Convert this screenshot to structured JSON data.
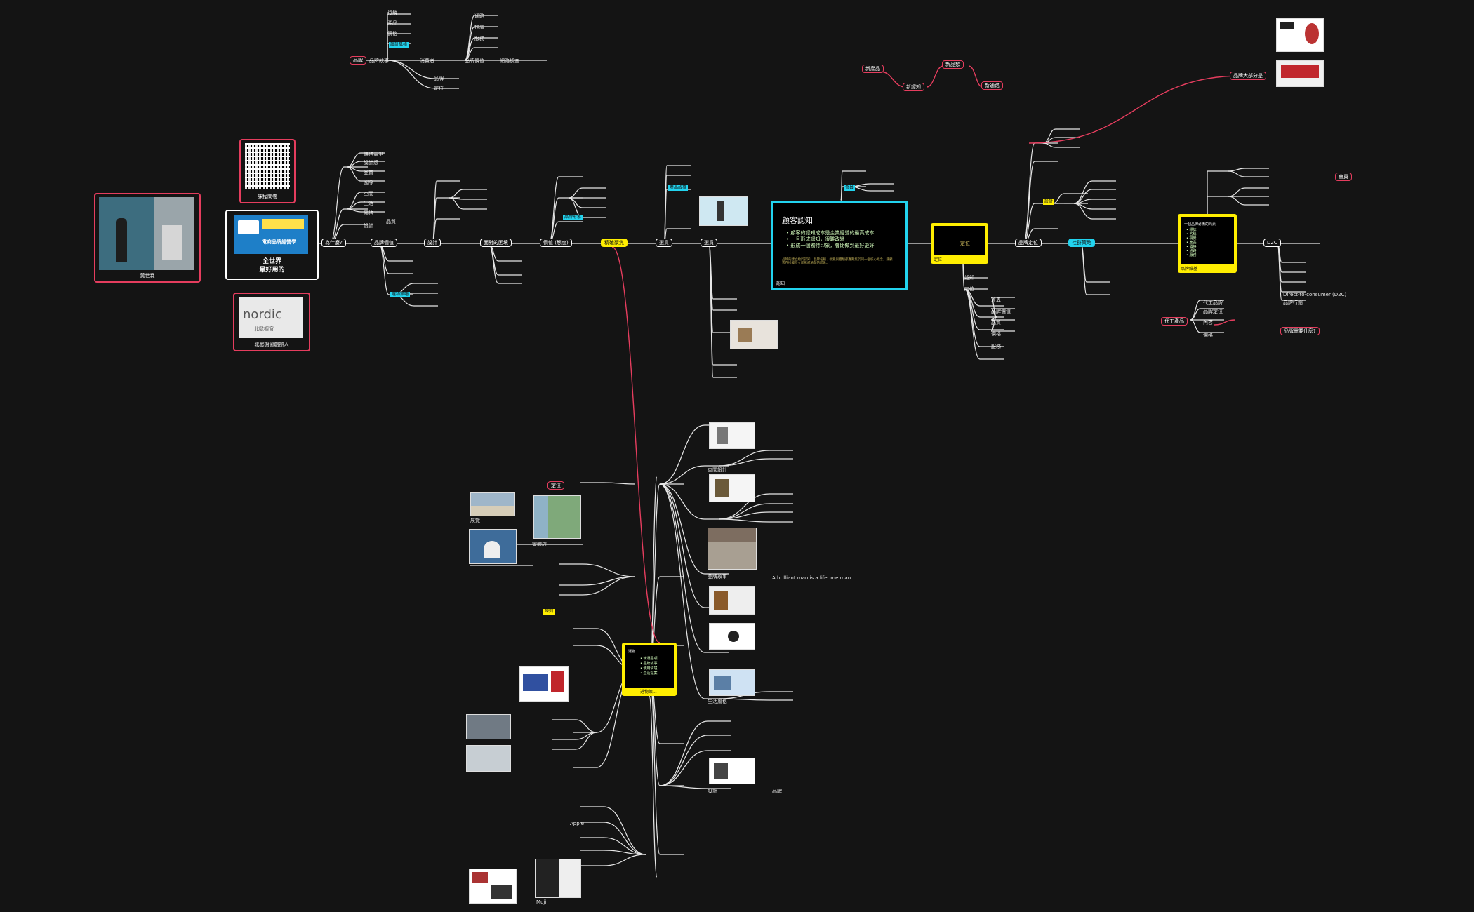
{
  "colors": {
    "background": "#141414",
    "branch_line": "#e6e6e6",
    "relation_line": "#e53d5e",
    "highlight_yellow": "#ffee00",
    "highlight_cyan": "#22d3ee"
  },
  "cards": {
    "speaker": "黃世霖",
    "qr": "課程問卷",
    "book_title_1": "全世界",
    "book_title_2": "最好用的",
    "book_banner": "電商品牌經營學",
    "nordic_logo": "nordic",
    "nordic_sub": "北歐櫥窗",
    "nordic_caption": "北歐櫥窗創辦人"
  },
  "main_nodes": {
    "n_why": "為什麼?",
    "n_brand": "品牌價值",
    "n_design": "設計",
    "n_ecom": "面對的困境",
    "n_culture": "價值 (態度)",
    "n_focus": "精確聚焦",
    "n_shop": "選貨",
    "n_curation": "選貨",
    "n_know": "顧客認知",
    "n_pos": "品牌定位",
    "n_social": "社群策略",
    "n_d2c": "D2C"
  },
  "big_card": {
    "title": "顧客認知",
    "bullets": [
      "•  顧客的認知成本是企業經營的最高成本",
      "•  一旦形成認知，很難改變",
      "•  形成一個獨特印象，會比做到最好更好"
    ],
    "note": "品牌的建立始於認知，品牌名稱、視覺與體驗都應聚焦於同一個核心概念，讓顧客在接觸時立即形成清楚的印象。",
    "footer": "認知"
  },
  "yellow_boxes": {
    "pos_title": "定位",
    "pos_foot": "定位",
    "wiki_foot": "品牌維基",
    "wiki_lines": [
      "一個品牌必備的元素",
      "• 標誌",
      "• 名稱",
      "• 視覺",
      "• 產品",
      "• 價格",
      "• 通路",
      "• 服務"
    ],
    "promo_foot": "選物策...",
    "promo_lines": [
      "選物",
      "• 精選品項",
      "• 品牌故事",
      "• 使用情境",
      "• 生活提案"
    ]
  },
  "relations": {
    "top_right_a": "新產品",
    "top_right_b": "新認知",
    "top_right_c": "新品類",
    "top_right_d": "新通路",
    "partner": "品牌大部分是",
    "craft": "代工產品",
    "question": "品牌需要什麼?",
    "member": "會員"
  },
  "labels": {
    "top_cluster": [
      "品牌",
      "定位",
      "品牌故事",
      "消費者",
      "品牌價值",
      "網路調查",
      "行銷",
      "產品",
      "價格",
      "通路",
      "推廣",
      "服務",
      "品牌",
      "定位"
    ],
    "left_upper": [
      "價格競爭",
      "設計感",
      "品質",
      "國際",
      "空間",
      "生活",
      "風格",
      "設計",
      "品質"
    ],
    "cyan_tags": [
      "設計風格",
      "選物策略",
      "產品故事",
      "品牌形象",
      "會員"
    ],
    "bottom_labels": [
      "展覽",
      "實體店",
      "空間設計",
      "品牌故事",
      "A brilliant man is a lifetime man.",
      "生活風格",
      "設計",
      "品牌",
      "Apple",
      "Muji"
    ],
    "yellow_tags": [
      "陳列",
      "設計"
    ],
    "right_labels": [
      "代工品牌",
      "品牌定位",
      "內容",
      "價格",
      "Direct-to-consumer (D2C)",
      "品牌行銷"
    ],
    "mid_labels": [
      "認知",
      "定位",
      "差異",
      "品牌價值",
      "品質",
      "價格",
      "服務"
    ]
  }
}
